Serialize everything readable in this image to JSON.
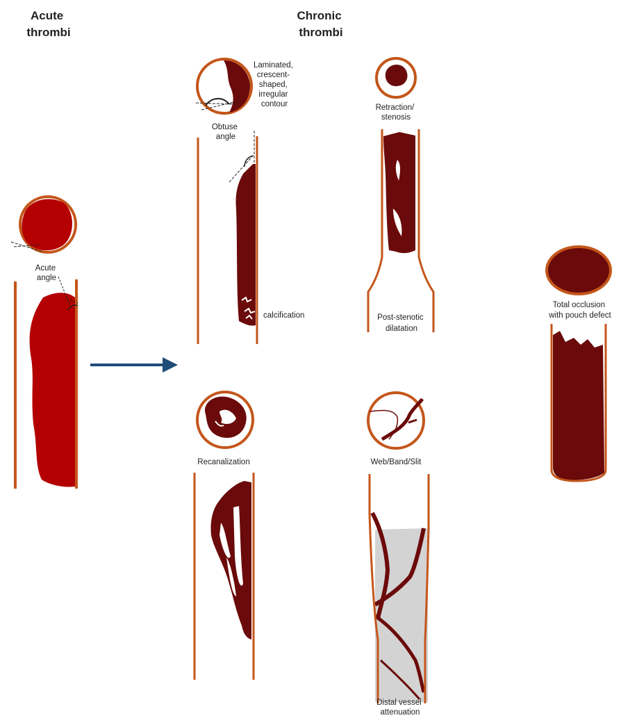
{
  "headers": {
    "acute": [
      "Acute",
      "thrombi"
    ],
    "chronic": [
      "Chronic",
      "thrombi"
    ]
  },
  "labels": {
    "acute_angle": [
      "Acute",
      "angle"
    ],
    "laminated": [
      "Laminated,",
      "crescent-",
      "shaped,",
      "irregular",
      "contour"
    ],
    "obtuse_angle": [
      "Obtuse",
      "angle"
    ],
    "calcification": "calcification",
    "retraction": [
      "Retraction/",
      "stenosis"
    ],
    "post_stenotic": [
      "Post-stenotic",
      "dilatation"
    ],
    "total_occlusion": [
      "Total occlusion",
      "with pouch defect"
    ],
    "recanalization": "Recanalization",
    "web_band": "Web/Band/Slit",
    "distal_attenuation": [
      "Distal vessel",
      "attenuation"
    ]
  },
  "colors": {
    "vessel_wall": "#c4561b",
    "acute_thrombus": "#b40000",
    "chronic_thrombus": "#6b0a0a",
    "arrow": "#1f4e79",
    "attenuation_fill": "#d3d3d3"
  }
}
